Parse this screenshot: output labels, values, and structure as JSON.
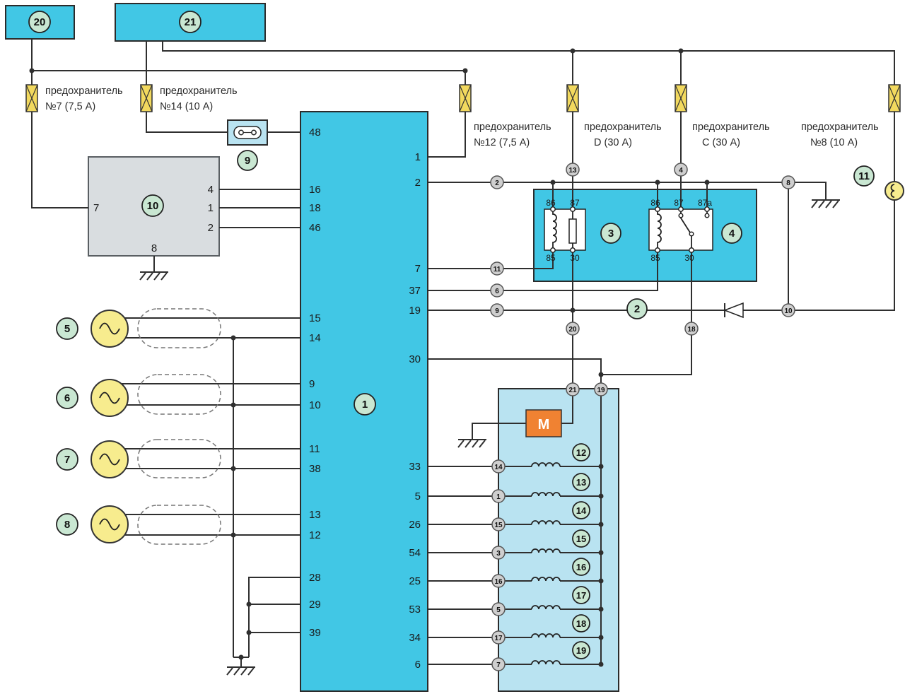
{
  "colors": {
    "cyan": "#41c7e5",
    "lightblue": "#b9e3f1",
    "yellow": "#f7ec8e",
    "fuseyellow": "#f2d95e",
    "green": "#c9e7d2",
    "graybox": "#d9dde0",
    "orange": "#f08232",
    "wire": "#2f2f2f"
  },
  "badges": {
    "unit20": "20",
    "unit21": "21",
    "main_unit": "1",
    "relay_block": "2",
    "relay3": "3",
    "relay4": "4",
    "speaker_fl": "5",
    "speaker_fr": "6",
    "speaker_rl": "7",
    "speaker_rr": "8",
    "fuse_holder": "9",
    "unit10": "10",
    "socket": "11"
  },
  "fuse_word": "предохранитель",
  "fuses": {
    "f7": "№7 (7,5 А)",
    "f14": "№14 (10 А)",
    "f12": "№12 (7,5 А)",
    "fd": "D (30 А)",
    "fc": "C (30 А)",
    "f8": "№8 (10 А)"
  },
  "main_unit": {
    "left_pins": [
      "48",
      "16",
      "18",
      "46",
      "15",
      "14",
      "9",
      "10",
      "11",
      "38",
      "13",
      "12",
      "28",
      "29",
      "39"
    ],
    "right_pins": [
      "1",
      "2",
      "7",
      "37",
      "19",
      "30",
      "33",
      "5",
      "26",
      "54",
      "25",
      "53",
      "34",
      "6"
    ]
  },
  "unit10": {
    "pin_left": "7",
    "pin_right_top": "4",
    "pin_right_mid": "1",
    "pin_right_bot": "2",
    "pin_gnd": "8"
  },
  "relay3": {
    "p86": "86",
    "p87": "87",
    "p85": "85",
    "p30": "30"
  },
  "relay4": {
    "p86": "86",
    "p87": "87",
    "p87a": "87a",
    "p85": "85",
    "p30": "30"
  },
  "motor_label": "M",
  "connectors": {
    "c2": "2",
    "c4": "4",
    "c6": "6",
    "c8": "8",
    "c9": "9",
    "c10": "10",
    "c11": "11",
    "c13": "13",
    "c18": "18",
    "c19": "19",
    "c20": "20",
    "c21": "21"
  },
  "antenna_rows": [
    {
      "conn": "14",
      "badge": "12"
    },
    {
      "conn": "1",
      "badge": "13"
    },
    {
      "conn": "15",
      "badge": "14"
    },
    {
      "conn": "3",
      "badge": "15"
    },
    {
      "conn": "16",
      "badge": "16"
    },
    {
      "conn": "5",
      "badge": "17"
    },
    {
      "conn": "17",
      "badge": "18"
    },
    {
      "conn": "7",
      "badge": "19"
    }
  ]
}
